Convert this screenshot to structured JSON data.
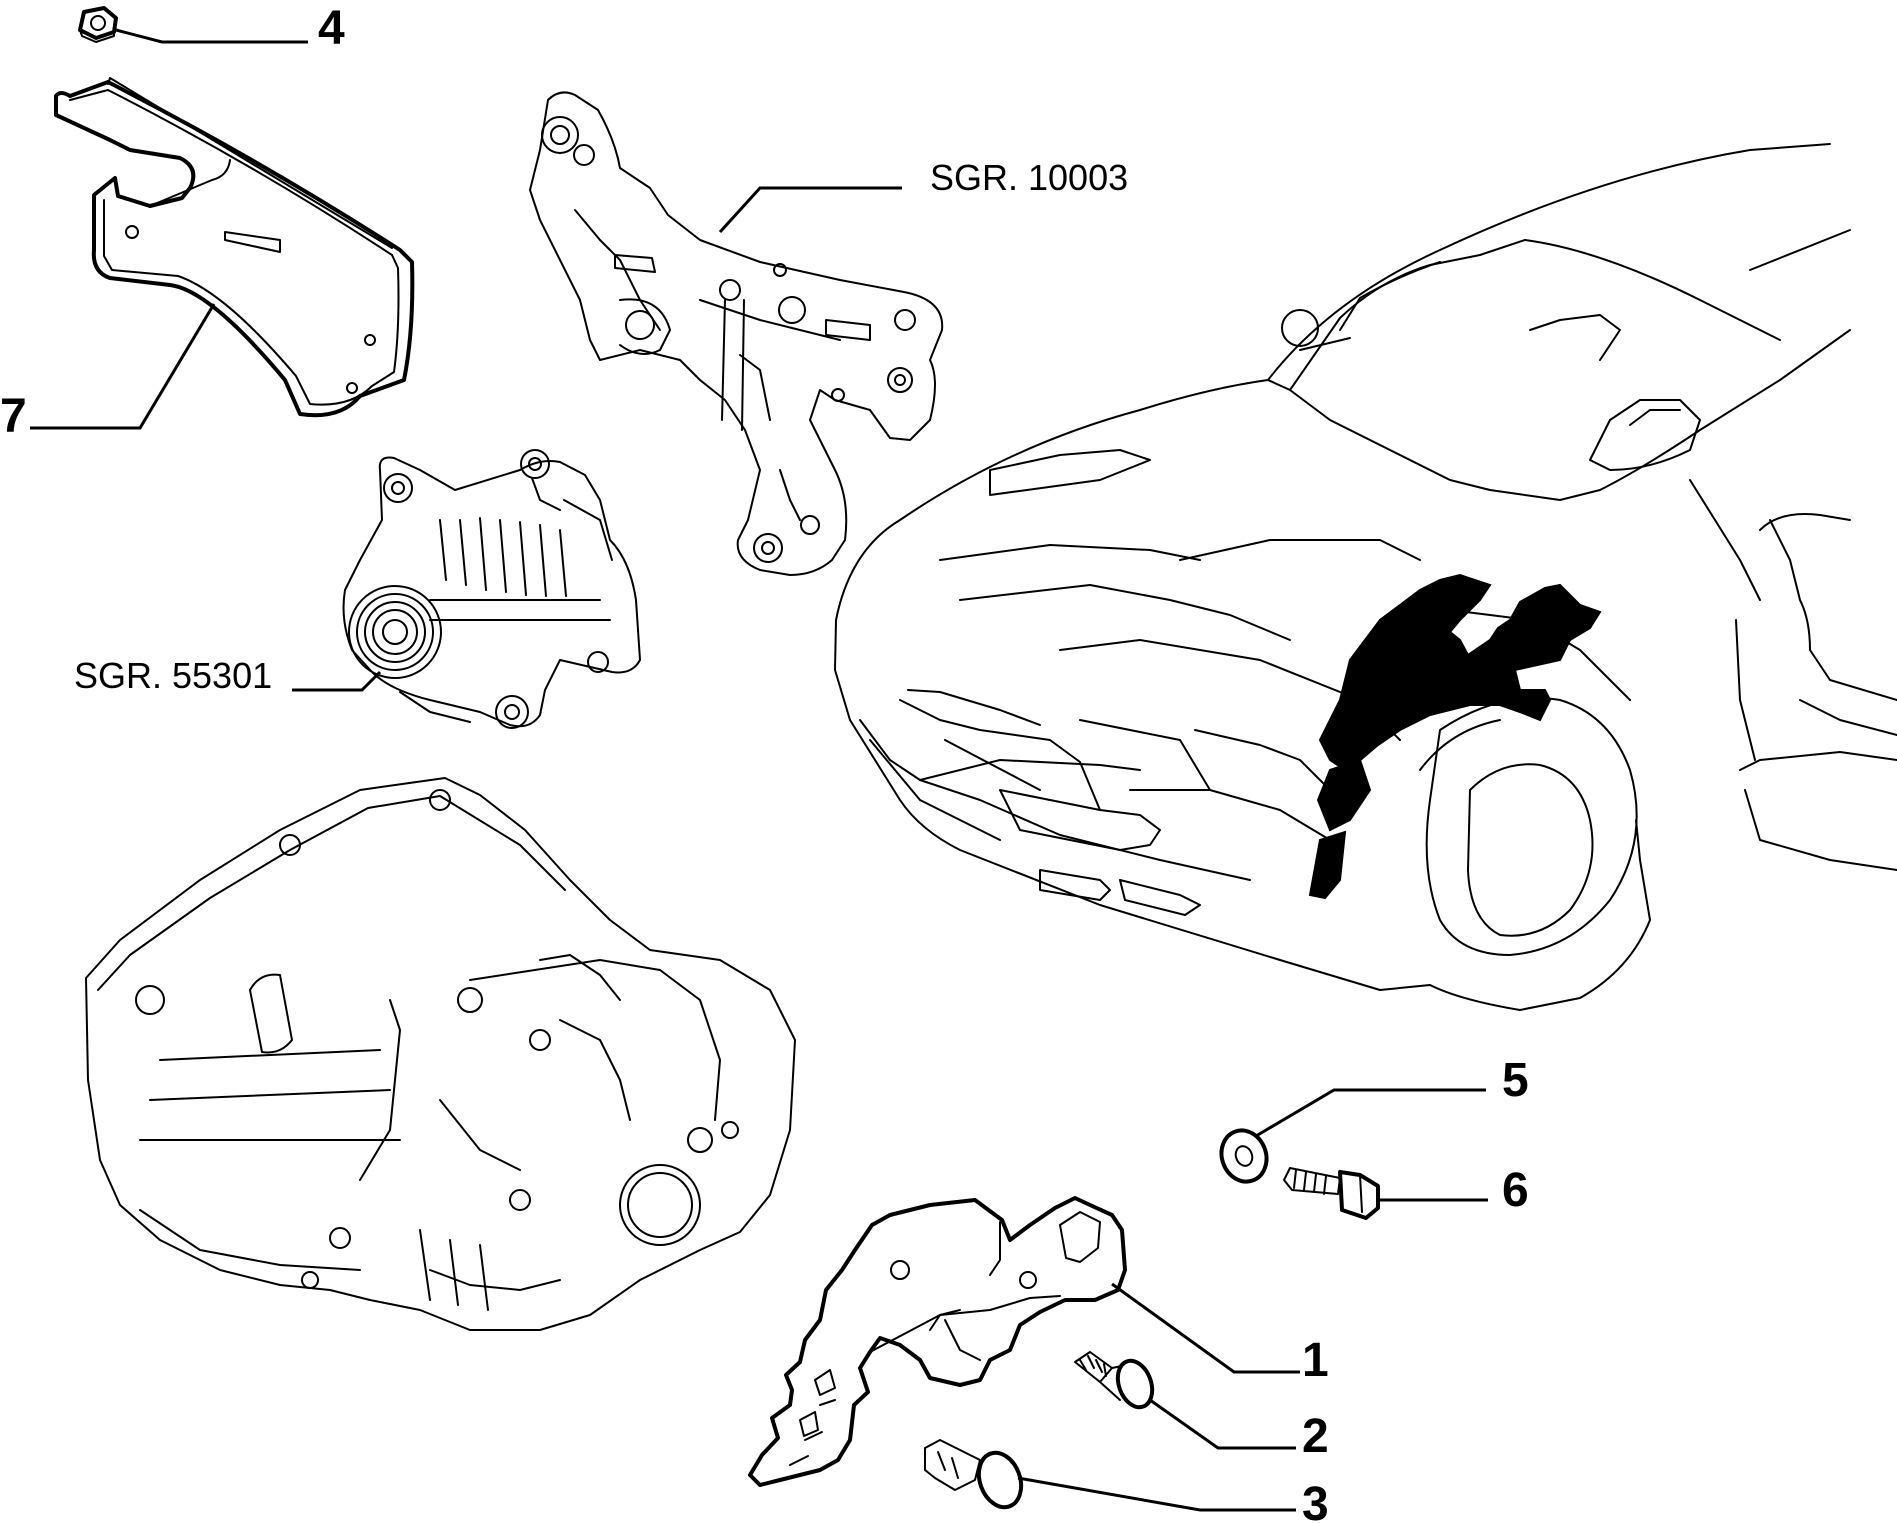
{
  "callouts": {
    "c1": "1",
    "c2": "2",
    "c3": "3",
    "c4": "4",
    "c5": "5",
    "c6": "6",
    "c7": "7",
    "ref_bracket": "SGR. 10003",
    "ref_alternator": "SGR. 55301"
  },
  "colors": {
    "line": "#000000",
    "background": "#ffffff"
  }
}
